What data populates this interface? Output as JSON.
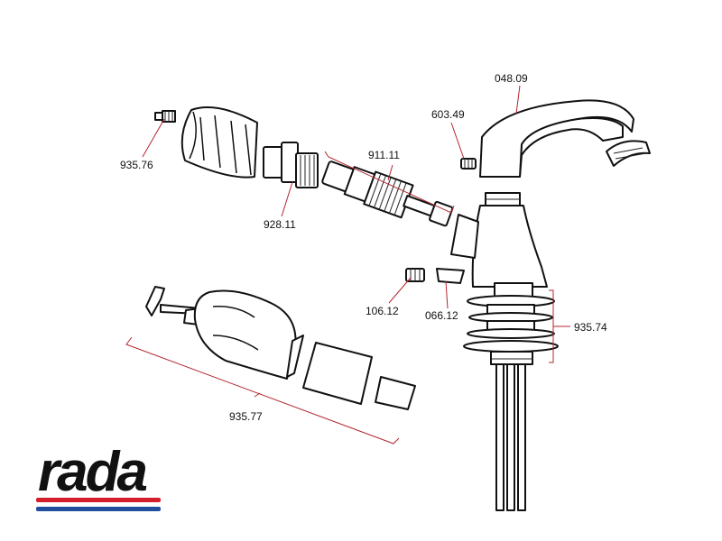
{
  "colors": {
    "leader": "#b3262f",
    "ink": "#111111",
    "logo_text": "#111111",
    "logo_red": "#d21f2b",
    "logo_blue": "#1f4e9c"
  },
  "parts": [
    {
      "code": "935.76"
    },
    {
      "code": "928.11"
    },
    {
      "code": "911.11"
    },
    {
      "code": "603.49"
    },
    {
      "code": "048.09"
    },
    {
      "code": "106.12"
    },
    {
      "code": "066.12"
    },
    {
      "code": "935.74"
    },
    {
      "code": "935.77"
    }
  ],
  "brand": {
    "logo": "rada"
  }
}
